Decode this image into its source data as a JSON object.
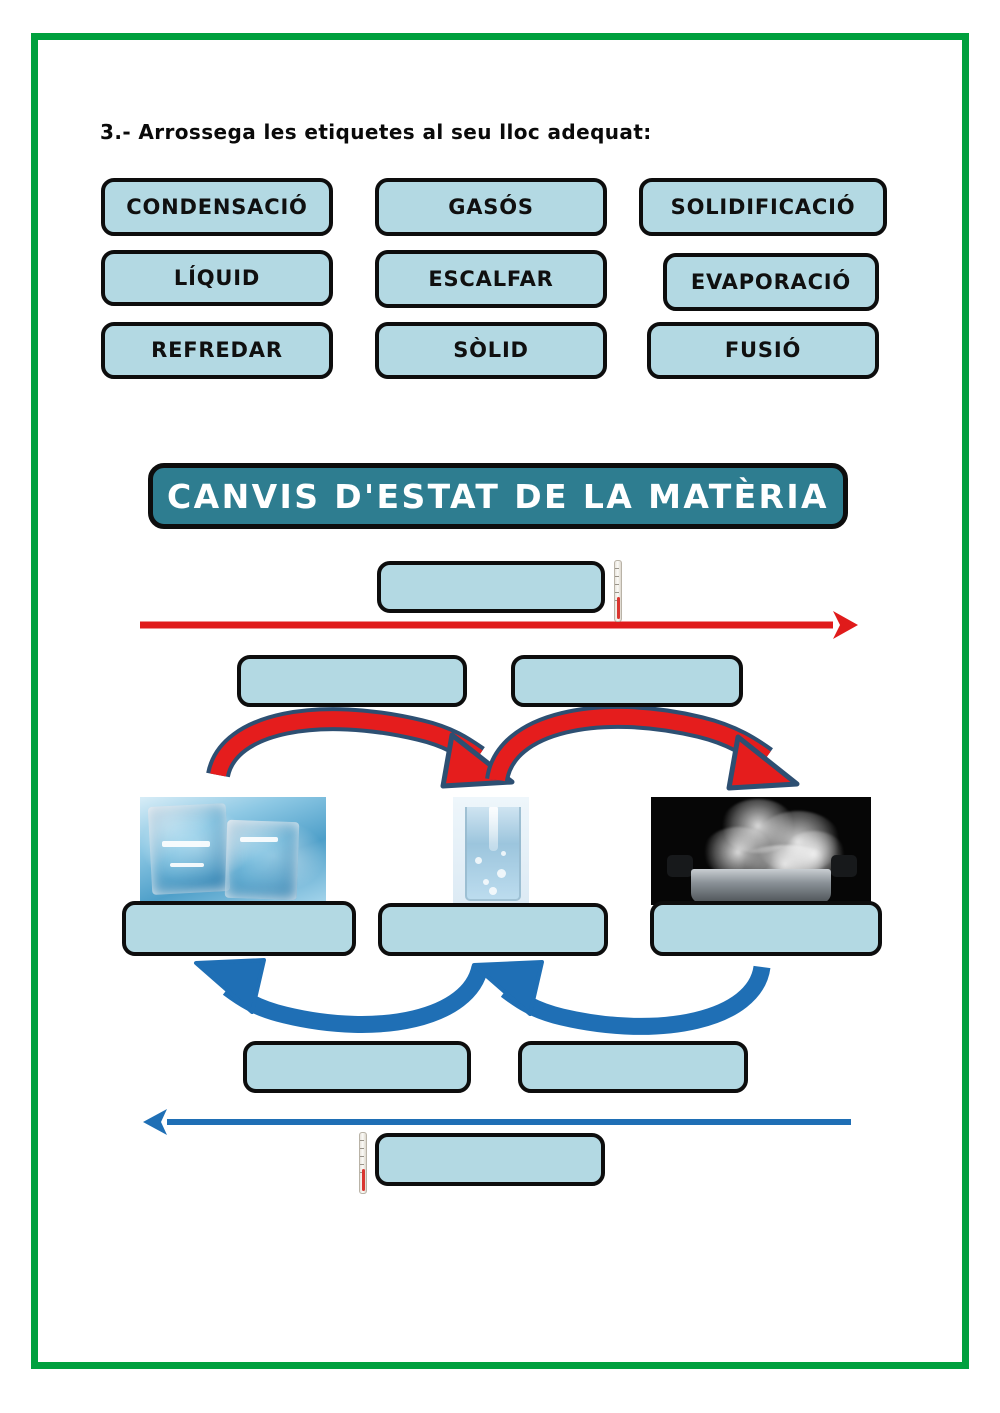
{
  "page": {
    "border_color": "#00a03e",
    "background": "#ffffff"
  },
  "instruction": {
    "text": "3.- Arrossega les etiquetes al seu lloc adequat:"
  },
  "colors": {
    "label_fill": "#b3d9e3",
    "label_border": "#0d0d0d",
    "title_fill": "#2e7d90",
    "title_text": "#ffffff",
    "heat_arrow": "#e01b1b",
    "cool_arrow": "#1f6fb5",
    "curved_arrow_outline": "#2d4f72"
  },
  "draggable_labels": [
    {
      "label": "CONDENSACIÓ"
    },
    {
      "label": "GASÓS"
    },
    {
      "label": "SOLIDIFICACIÓ"
    },
    {
      "label": "LÍQUID"
    },
    {
      "label": "ESCALFAR"
    },
    {
      "label": "EVAPORACIÓ"
    },
    {
      "label": "REFREDAR"
    },
    {
      "label": "SÒLID"
    },
    {
      "label": "FUSIÓ"
    }
  ],
  "diagram": {
    "title": "CANVIS D'ESTAT DE LA MATÈRIA",
    "dropzones": [
      {
        "id": "heat-direction",
        "value": ""
      },
      {
        "id": "process-fusio",
        "value": ""
      },
      {
        "id": "process-evaporacio",
        "value": ""
      },
      {
        "id": "state-solid",
        "value": ""
      },
      {
        "id": "state-liquid",
        "value": ""
      },
      {
        "id": "state-gas",
        "value": ""
      },
      {
        "id": "process-solidificacio",
        "value": ""
      },
      {
        "id": "process-condensacio",
        "value": ""
      },
      {
        "id": "cool-direction",
        "value": ""
      }
    ],
    "images": [
      {
        "id": "ice-cubes-photo",
        "depicts": "ice cubes"
      },
      {
        "id": "water-glass-photo",
        "depicts": "glass of water"
      },
      {
        "id": "steaming-pot-photo",
        "depicts": "steaming pot"
      }
    ],
    "icons": [
      {
        "id": "thermometer-icon-heat"
      },
      {
        "id": "thermometer-icon-cool"
      }
    ]
  }
}
